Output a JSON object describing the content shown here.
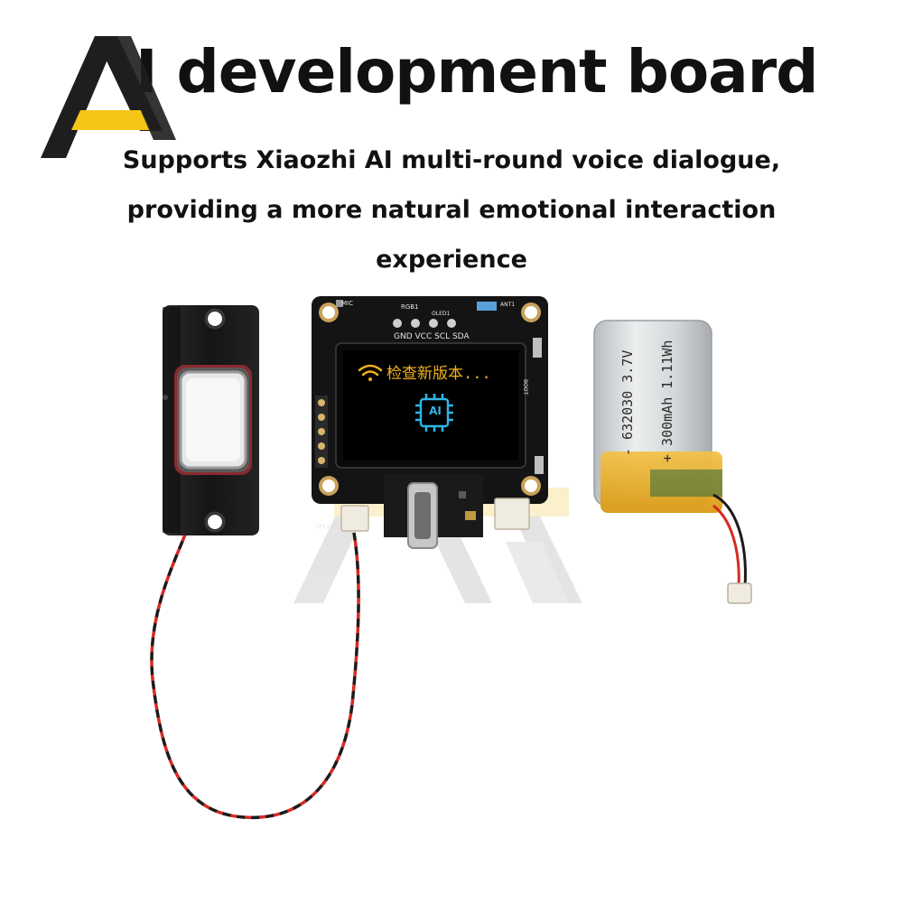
{
  "headline": {
    "title": "AI development board",
    "title_visible": "I development board",
    "subtitle": "Supports Xiaozhi AI multi-round voice dialogue, providing a more natural emotional interaction experience"
  },
  "board": {
    "silkscreen_mic": "MIC",
    "silkscreen_rgb": "RGB1",
    "silkscreen_oled": "OLED1",
    "silkscreen_ant": "ANT1",
    "silkscreen_boot": "BOOT",
    "silkscreen_spk": "SPK1",
    "pin_labels": "GND VCC SCL SDA",
    "screen_text": "检查新版本...",
    "screen_chip_label": "AI"
  },
  "battery": {
    "model": "- 632030  3.7V",
    "capacity": "+ 300mAh 1.11Wh"
  },
  "colors": {
    "logo_dark": "#1e1e1e",
    "logo_yellow": "#f5c518",
    "screen_accent": "#f2b21e",
    "chip_accent": "#2fb4e6",
    "wire_red": "#d62a22",
    "wire_black": "#1b1b1b"
  }
}
